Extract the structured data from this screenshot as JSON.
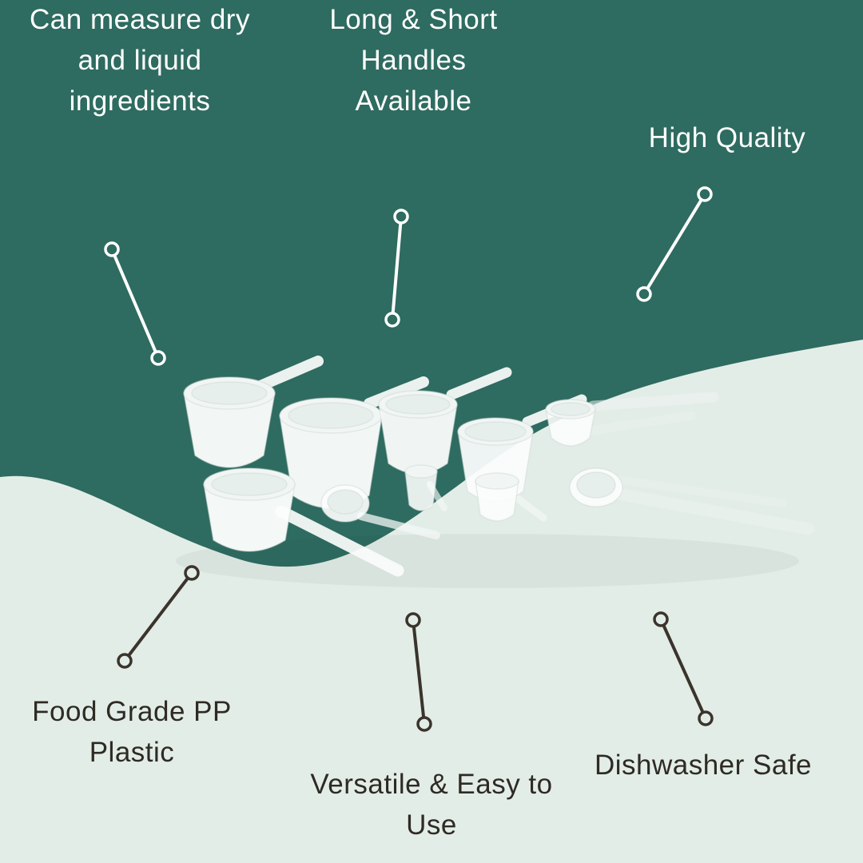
{
  "colors": {
    "background_top": "#2E6B60",
    "background_bottom": "#E3EDE7",
    "light_text": "#FFFFFF",
    "dark_text": "#2E2A24",
    "connector_light": "#FFFFFF",
    "connector_dark": "#3A342C"
  },
  "callouts": {
    "measure": {
      "label": "Can measure dry\nand liquid\ningredients"
    },
    "handles": {
      "label": "Long & Short\nHandles\nAvailable"
    },
    "quality": {
      "label": "High Quality"
    },
    "material": {
      "label": "Food Grade PP\nPlastic"
    },
    "versatile": {
      "label": "Versatile & Easy to\nUse"
    },
    "dishwasher": {
      "label": "Dishwasher Safe"
    }
  }
}
